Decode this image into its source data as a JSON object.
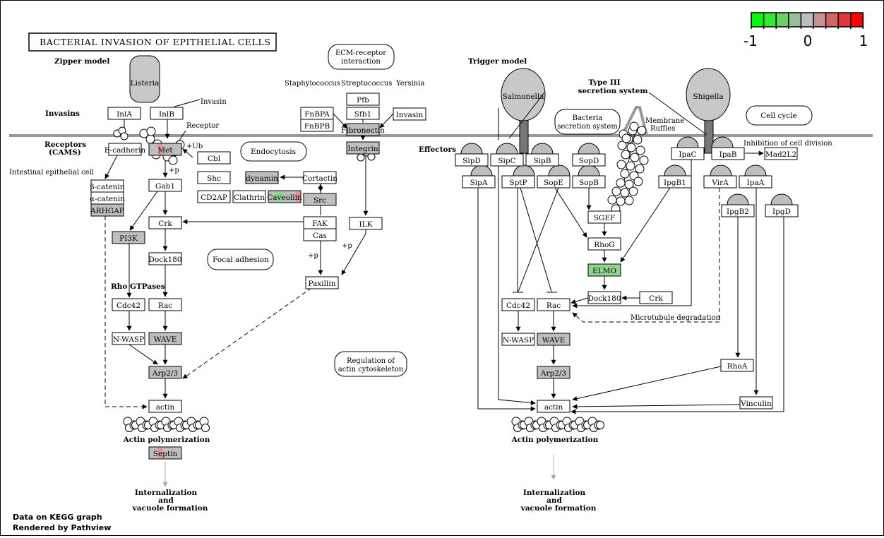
{
  "title": "BACTERIAL INVASION OF EPITHELIAL CELLS",
  "legend": {
    "ticks": [
      "-1",
      "0",
      "1"
    ],
    "colors": [
      "#00ff00",
      "#33e933",
      "#66d366",
      "#99bd99",
      "#bebebe",
      "#c49292",
      "#d16565",
      "#e23535",
      "#ff0000"
    ]
  },
  "footer": {
    "line1": "Data on KEGG graph",
    "line2": "Rendered by Pathview"
  },
  "colors": {
    "gray": "#bebebe",
    "green": "#8fd48f",
    "red_tint": "#e89090",
    "membrane": "#999999"
  },
  "nodes": [
    {
      "id": "inla",
      "label": "InlA",
      "fill": "white"
    },
    {
      "id": "inlb",
      "label": "InlB",
      "fill": "white"
    },
    {
      "id": "ecadherin",
      "label": "E-cadherin",
      "fill": "white"
    },
    {
      "id": "met",
      "label": "Met",
      "fill": "gray",
      "tint": "red_left"
    },
    {
      "id": "cbl",
      "label": "Cbl",
      "fill": "white"
    },
    {
      "id": "shc",
      "label": "Shc",
      "fill": "white"
    },
    {
      "id": "cd2ap",
      "label": "CD2AP",
      "fill": "white"
    },
    {
      "id": "gab1",
      "label": "Gab1",
      "fill": "white"
    },
    {
      "id": "bcatenin",
      "label": "β-catenin",
      "fill": "white"
    },
    {
      "id": "acatenin",
      "label": "α-catenin",
      "fill": "white"
    },
    {
      "id": "arhgap",
      "label": "ARHGAP",
      "fill": "gray"
    },
    {
      "id": "pi3k",
      "label": "PI3K",
      "fill": "gray"
    },
    {
      "id": "crk",
      "label": "Crk",
      "fill": "white"
    },
    {
      "id": "dock180l",
      "label": "Dock180",
      "fill": "white"
    },
    {
      "id": "cdc42l",
      "label": "Cdc42",
      "fill": "white"
    },
    {
      "id": "racl",
      "label": "Rac",
      "fill": "white"
    },
    {
      "id": "nwaspl",
      "label": "N-WASP",
      "fill": "white"
    },
    {
      "id": "wavel",
      "label": "WAVE",
      "fill": "gray"
    },
    {
      "id": "arp23l",
      "label": "Arp2/3",
      "fill": "gray"
    },
    {
      "id": "actinl",
      "label": "actin",
      "fill": "white"
    },
    {
      "id": "septin",
      "label": "Septin",
      "fill": "gray",
      "tint": "red_left"
    },
    {
      "id": "dynamin",
      "label": "dynamin",
      "fill": "gray"
    },
    {
      "id": "clathrin",
      "label": "Clathrin",
      "fill": "white"
    },
    {
      "id": "caveolin",
      "label": "Caveollin",
      "fill": "gray",
      "tint": "green_red"
    },
    {
      "id": "cortactin",
      "label": "Cortactin",
      "fill": "white"
    },
    {
      "id": "src",
      "label": "Src",
      "fill": "gray"
    },
    {
      "id": "fak",
      "label": "FAK",
      "fill": "white"
    },
    {
      "id": "cas",
      "label": "Cas",
      "fill": "white"
    },
    {
      "id": "paxillin",
      "label": "Paxillin",
      "fill": "white"
    },
    {
      "id": "ilk",
      "label": "ILK",
      "fill": "white"
    },
    {
      "id": "pfb",
      "label": "Pfb",
      "fill": "white"
    },
    {
      "id": "sfb1",
      "label": "Sfb1",
      "fill": "white"
    },
    {
      "id": "fnbpa",
      "label": "FnBPA",
      "fill": "white"
    },
    {
      "id": "fnbpb",
      "label": "FnBPB",
      "fill": "white"
    },
    {
      "id": "invasin",
      "label": "Invasin",
      "fill": "white"
    },
    {
      "id": "fibronectin",
      "label": "Fibronectin",
      "fill": "gray"
    },
    {
      "id": "integrin",
      "label": "Integrin",
      "fill": "gray"
    },
    {
      "id": "sipd",
      "label": "SipD",
      "fill": "white"
    },
    {
      "id": "sipc",
      "label": "SipC",
      "fill": "white"
    },
    {
      "id": "sipb",
      "label": "SipB",
      "fill": "white"
    },
    {
      "id": "sopd",
      "label": "SopD",
      "fill": "white"
    },
    {
      "id": "sipa",
      "label": "SipA",
      "fill": "white"
    },
    {
      "id": "sptp",
      "label": "SptP",
      "fill": "white"
    },
    {
      "id": "sope",
      "label": "SopE",
      "fill": "white"
    },
    {
      "id": "sopb",
      "label": "SopB",
      "fill": "white"
    },
    {
      "id": "sgef",
      "label": "SGEF",
      "fill": "white"
    },
    {
      "id": "rhog",
      "label": "RhoG",
      "fill": "white"
    },
    {
      "id": "elmo",
      "label": "ELMO",
      "fill": "green"
    },
    {
      "id": "dock180r",
      "label": "Dock180",
      "fill": "white"
    },
    {
      "id": "crkr",
      "label": "Crk",
      "fill": "white"
    },
    {
      "id": "cdc42r",
      "label": "Cdc42",
      "fill": "white"
    },
    {
      "id": "racr",
      "label": "Rac",
      "fill": "white"
    },
    {
      "id": "nwaspr",
      "label": "N-WASP",
      "fill": "white"
    },
    {
      "id": "waver",
      "label": "WAVE",
      "fill": "gray"
    },
    {
      "id": "arp23r",
      "label": "Arp2/3",
      "fill": "gray"
    },
    {
      "id": "actinr",
      "label": "actin",
      "fill": "white"
    },
    {
      "id": "ipac",
      "label": "IpaC",
      "fill": "white"
    },
    {
      "id": "ipab",
      "label": "IpaB",
      "fill": "white"
    },
    {
      "id": "mad2l2",
      "label": "Mad2L2",
      "fill": "white"
    },
    {
      "id": "ipgb1",
      "label": "IpgB1",
      "fill": "white"
    },
    {
      "id": "vira",
      "label": "VirA",
      "fill": "white"
    },
    {
      "id": "ipaa",
      "label": "IpaA",
      "fill": "white"
    },
    {
      "id": "ipgb2",
      "label": "IpgB2",
      "fill": "white"
    },
    {
      "id": "ipgd",
      "label": "IpgD",
      "fill": "white"
    },
    {
      "id": "rhoa",
      "label": "RhoA",
      "fill": "white"
    },
    {
      "id": "vinculin",
      "label": "Vinculin",
      "fill": "white"
    }
  ],
  "labels": {
    "zipper_model": "Zipper model",
    "trigger_model": "Trigger model",
    "invasins": "Invasins",
    "receptors": "Receptors",
    "cams": "(CAMS)",
    "listeria": "Listeria",
    "salmonella": "Salmonella",
    "shigella": "Shigella",
    "invasin_small": "Invasin",
    "receptor_small": "Receptor",
    "ub": "+Ub",
    "p1": "+p",
    "p2": "+p",
    "p3": "+p",
    "intestinal": "Intestinal epithelial cell",
    "rho_gtpases": "Rho GTPases",
    "actin_poly_left": "Actin polymerization",
    "actin_poly_right": "Actin polymerization",
    "intern_left_1": "Internalization",
    "intern_left_2": "and",
    "intern_left_3": "vacuole formation",
    "intern_right_1": "Internalization",
    "intern_right_2": "and",
    "intern_right_3": "vacuole formation",
    "staph": "Staphylococcus",
    "strep": "Streptococcus",
    "yersinia": "Yersinia",
    "effectors": "Effectors",
    "type3_1": "Type III",
    "type3_2": "secretion system",
    "membrane_1": "Membrane",
    "membrane_2": "Ruffles",
    "inhibition": "Inhibition of cell division",
    "microtubule": "Microtubule degradation"
  },
  "pathways": {
    "ecm_1": "ECM-receptor",
    "ecm_2": "interaction",
    "endocytosis": "Endocytosis",
    "focal": "Focal adhesion",
    "reg_1": "Regulation of",
    "reg_2": "actin cytoskeleton",
    "bact_1": "Bacteria",
    "bact_2": "secretion system",
    "cellcycle": "Cell cycle"
  }
}
